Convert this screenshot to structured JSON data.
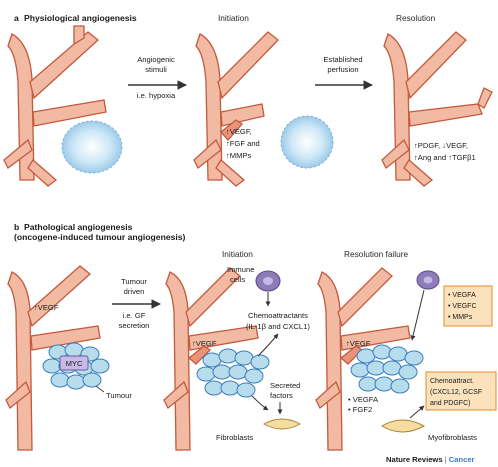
{
  "panel_a": {
    "letter": "a",
    "title": "Physiological angiogenesis",
    "stages": [
      "Initiation",
      "Resolution"
    ],
    "arrow1": [
      "Angiogenic",
      "stimuli",
      "i.e. hypoxia"
    ],
    "arrow2": [
      "Established",
      "perfusion"
    ],
    "initiation_factors": [
      "↑VEGF,",
      "↑FGF and",
      "↑MMPs"
    ],
    "resolution_factors": [
      "↑PDGF, ↓VEGF,",
      "↑Ang and ↑TGFβ1"
    ]
  },
  "panel_b": {
    "letter": "b",
    "title": [
      "Pathological angiogenesis",
      "(oncogene-induced tumour angiogenesis)"
    ],
    "stages": [
      "Initiation",
      "Resolution failure"
    ],
    "arrow1": [
      "Tumour",
      "driven",
      "i.e. GF",
      "secretion"
    ],
    "vegf_label": "↑VEGF",
    "myc_label": "MYC",
    "tumour_label": "Tumour",
    "immune_cells": [
      "Immune",
      "cells"
    ],
    "chemoattractants": [
      "Chemoattractants",
      "(IL-1β and CXCL1)"
    ],
    "secreted_factors": [
      "Secreted",
      "factors"
    ],
    "fibroblasts": "Fibroblasts",
    "vegf_fgf2": [
      "• VEGFA",
      "• FGF2"
    ],
    "box_top": [
      "• VEGFA",
      "• VEGFC",
      "• MMPs"
    ],
    "box_bottom": [
      "Chemoattract.",
      "(CXCL12, GCSF",
      "and PDGFC)"
    ],
    "myofibroblasts": "Myofibroblasts"
  },
  "footer": {
    "journal": "Nature Reviews",
    "separator": " | ",
    "section": "Cancer"
  },
  "colors": {
    "vessel_fill": "#f2b9a3",
    "vessel_stroke": "#c45a3d",
    "hypoxia_blue": "#a9d6f2",
    "tumour_cell": "#b7dcec",
    "box_fill": "#fbe2bd",
    "box_stroke": "#e38b2e",
    "immune_purple": "#8e7cb8",
    "fibroblast": "#f5dca0",
    "accent_blue": "#3a7fbf"
  }
}
